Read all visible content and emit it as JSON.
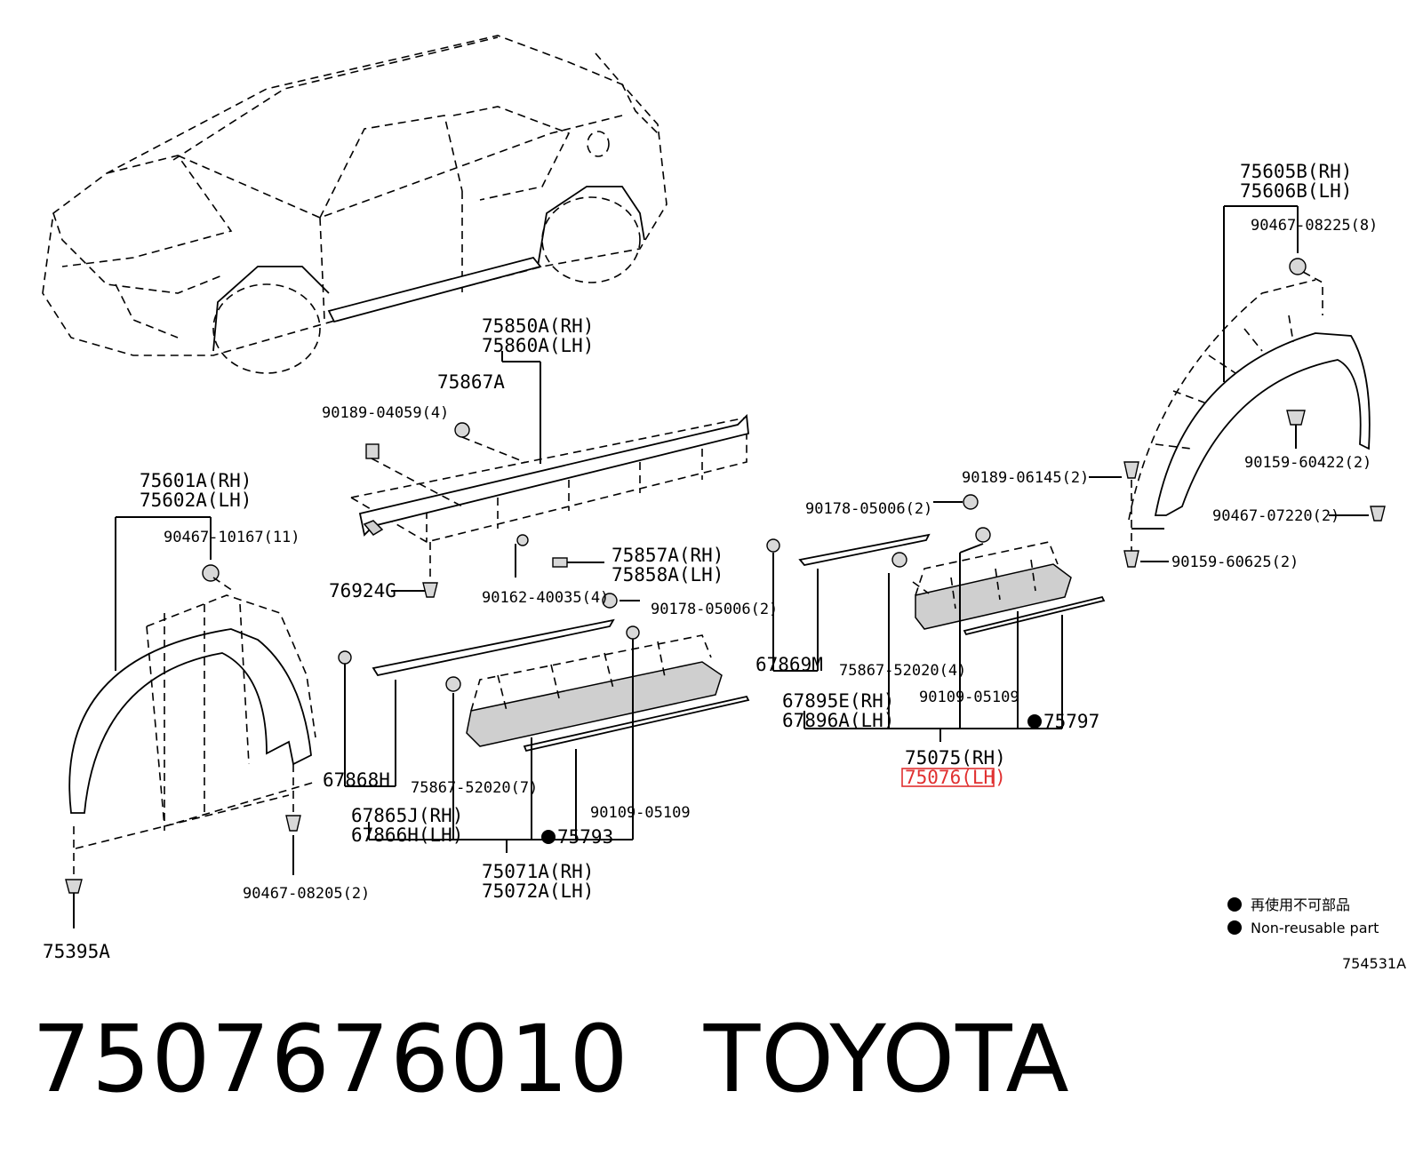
{
  "labels": {
    "l_75850A": "75850A(RH)",
    "l_75860A": "75860A(LH)",
    "l_75867A": "75867A",
    "l_90189_04059": "90189-04059(4)",
    "l_75605B": "75605B(RH)",
    "l_75606B": "75606B(LH)",
    "l_90467_08225": "90467-08225(8)",
    "l_75601A": "75601A(RH)",
    "l_75602A": "75602A(LH)",
    "l_90467_10167": "90467-10167(11)",
    "l_75857A": "75857A(RH)",
    "l_75858A": "75858A(LH)",
    "l_76924G": "76924G",
    "l_90162_40035": "90162-40035(4)",
    "l_90178_05006_a": "90178-05006(2)",
    "l_90178_05006_b": "90178-05006(2)",
    "l_90189_06145": "90189-06145(2)",
    "l_90159_60422": "90159-60422(2)",
    "l_90467_07220": "90467-07220(2)",
    "l_90159_60625": "90159-60625(2)",
    "l_67869M": "67869M",
    "l_75867_52020_4": "75867-52020(4)",
    "l_90109_05109_r": "90109-05109",
    "l_67895E": "67895E(RH)",
    "l_67896A": "67896A(LH)",
    "l_75797": "75797",
    "l_75075": "75075(RH)",
    "l_75076": "75076(LH)",
    "l_67868H": "67868H",
    "l_75867_52020_7": "75867-52020(7)",
    "l_90109_05109_l": "90109-05109",
    "l_67865J": "67865J(RH)",
    "l_67866H": "67866H(LH)",
    "l_75793": "75793",
    "l_75071A": "75071A(RH)",
    "l_75072A": "75072A(LH)",
    "l_90467_08205": "90467-08205(2)",
    "l_75395A": "75395A"
  },
  "legend": {
    "cn": "再使用不可部品",
    "en": "Non-reusable part"
  },
  "figure_id": "754531A",
  "caption": {
    "part_number": "7507676010",
    "brand": "TOYOTA"
  },
  "highlight": {
    "part": "75076(LH)",
    "color": "#e03030"
  },
  "colors": {
    "line": "#000000",
    "background": "#ffffff"
  }
}
